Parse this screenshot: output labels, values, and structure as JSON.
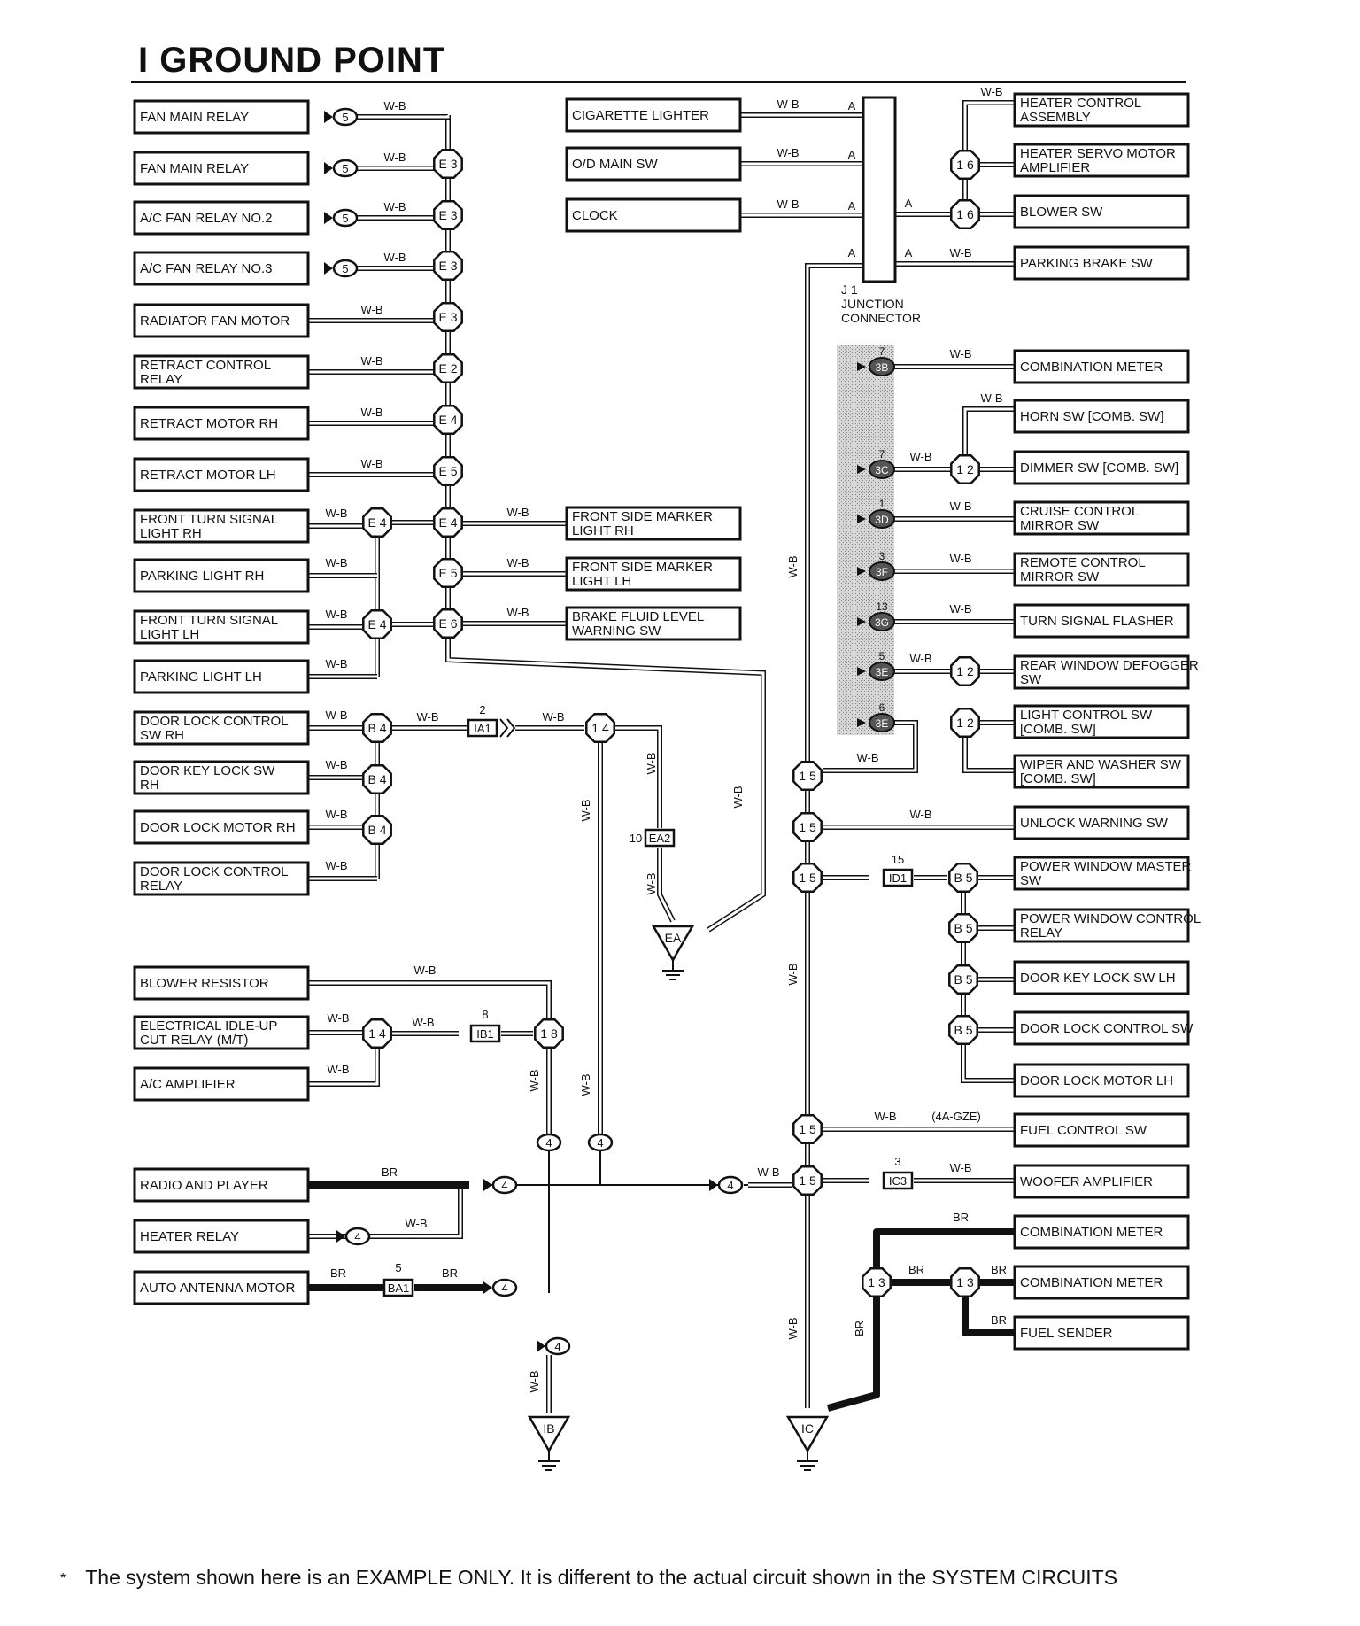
{
  "title": "I GROUND POINT",
  "footnote": {
    "marker": "*",
    "text": "The system shown here is an EXAMPLE ONLY. It is different to the actual circuit shown in the SYSTEM CIRCUITS"
  },
  "wire_colors": {
    "W-B": "#ffffff",
    "BR": "#111111"
  },
  "grounds": [
    {
      "id": "EA",
      "label": "EA"
    },
    {
      "id": "IB",
      "label": "IB"
    },
    {
      "id": "IC",
      "label": "IC"
    }
  ],
  "junction_connector": {
    "id": "J 1",
    "label_lines": [
      "J 1",
      "JUNCTION",
      "CONNECTOR"
    ]
  },
  "components_left": [
    {
      "label": "FAN MAIN RELAY",
      "wire": "W-B",
      "connector": "5"
    },
    {
      "label": "FAN MAIN RELAY",
      "wire": "W-B",
      "connector": "5"
    },
    {
      "label": "A/C FAN RELAY NO.2",
      "wire": "W-B",
      "connector": "5"
    },
    {
      "label": "A/C FAN RELAY NO.3",
      "wire": "W-B",
      "connector": "5"
    },
    {
      "label": "RADIATOR FAN MOTOR",
      "wire": "W-B"
    },
    {
      "label": "RETRACT CONTROL RELAY",
      "wire": "W-B"
    },
    {
      "label": "RETRACT MOTOR RH",
      "wire": "W-B"
    },
    {
      "label": "RETRACT MOTOR LH",
      "wire": "W-B"
    },
    {
      "label": "FRONT TURN SIGNAL LIGHT RH",
      "wire": "W-B"
    },
    {
      "label": "PARKING LIGHT RH",
      "wire": "W-B"
    },
    {
      "label": "FRONT TURN SIGNAL LIGHT LH",
      "wire": "W-B"
    },
    {
      "label": "PARKING LIGHT LH",
      "wire": "W-B"
    },
    {
      "label": "DOOR LOCK CONTROL SW RH",
      "wire": "W-B"
    },
    {
      "label": "DOOR KEY LOCK SW RH",
      "wire": "W-B"
    },
    {
      "label": "DOOR LOCK MOTOR RH",
      "wire": "W-B"
    },
    {
      "label": "DOOR LOCK CONTROL RELAY",
      "wire": "W-B"
    },
    {
      "label": "BLOWER RESISTOR",
      "wire": "W-B"
    },
    {
      "label": "ELECTRICAL IDLE-UP CUT RELAY (M/T)",
      "wire": "W-B"
    },
    {
      "label": "A/C AMPLIFIER",
      "wire": "W-B"
    },
    {
      "label": "RADIO AND PLAYER",
      "wire": "BR"
    },
    {
      "label": "HEATER RELAY",
      "wire": "W-B"
    },
    {
      "label": "AUTO ANTENNA MOTOR",
      "wire": "BR"
    }
  ],
  "components_center": [
    {
      "label": "CIGARETTE LIGHTER",
      "wire": "W-B",
      "pin": "A"
    },
    {
      "label": "O/D MAIN SW",
      "wire": "W-B",
      "pin": "A"
    },
    {
      "label": "CLOCK",
      "wire": "W-B",
      "pin": "A"
    },
    {
      "label": "FRONT SIDE MARKER LIGHT RH",
      "wire": "W-B"
    },
    {
      "label": "FRONT SIDE MARKER LIGHT LH",
      "wire": "W-B"
    },
    {
      "label": "BRAKE FLUID LEVEL WARNING SW",
      "wire": "W-B"
    }
  ],
  "components_right": [
    {
      "label": "HEATER CONTROL ASSEMBLY",
      "wire": "W-B"
    },
    {
      "label": "HEATER SERVO MOTOR AMPLIFIER"
    },
    {
      "label": "BLOWER SW"
    },
    {
      "label": "PARKING BRAKE SW",
      "wire": "W-B"
    },
    {
      "label": "COMBINATION METER",
      "wire": "W-B"
    },
    {
      "label": "HORN SW [COMB. SW]",
      "wire": "W-B"
    },
    {
      "label": "DIMMER SW [COMB. SW]"
    },
    {
      "label": "CRUISE CONTROL MIRROR SW",
      "wire": "W-B"
    },
    {
      "label": "REMOTE CONTROL MIRROR SW",
      "wire": "W-B"
    },
    {
      "label": "TURN SIGNAL FLASHER",
      "wire": "W-B"
    },
    {
      "label": "REAR WINDOW DEFOGGER SW"
    },
    {
      "label": "LIGHT CONTROL SW [COMB. SW]"
    },
    {
      "label": "WIPER AND WASHER SW [COMB. SW]"
    },
    {
      "label": "UNLOCK WARNING SW",
      "wire": "W-B"
    },
    {
      "label": "POWER WINDOW MASTER SW"
    },
    {
      "label": "POWER WINDOW CONTROL RELAY"
    },
    {
      "label": "DOOR KEY LOCK SW LH"
    },
    {
      "label": "DOOR LOCK CONTROL SW"
    },
    {
      "label": "DOOR LOCK MOTOR LH"
    },
    {
      "label": "FUEL CONTROL SW",
      "wire": "W-B",
      "note": "(4A-GZE)"
    },
    {
      "label": "WOOFER AMPLIFIER",
      "wire": "W-B"
    },
    {
      "label": "COMBINATION METER",
      "wire": "BR"
    },
    {
      "label": "COMBINATION METER",
      "wire": "BR"
    },
    {
      "label": "FUEL SENDER",
      "wire": "BR"
    }
  ],
  "splices": [
    "E 2",
    "E 3",
    "E 4",
    "E 5",
    "E 6",
    "B 4",
    "B 5",
    "1 2",
    "1 3",
    "1 4",
    "1 5",
    "1 6",
    "1 8"
  ],
  "junction_blocks": [
    "3B",
    "3C",
    "3D",
    "3F",
    "3G",
    "3E"
  ],
  "connectors": [
    "IA1",
    "EA2",
    "IB1",
    "ID1",
    "IC3",
    "BA1"
  ],
  "pin_numbers": [
    "2",
    "10",
    "8",
    "15",
    "3",
    "5",
    "7",
    "1",
    "13",
    "6"
  ]
}
